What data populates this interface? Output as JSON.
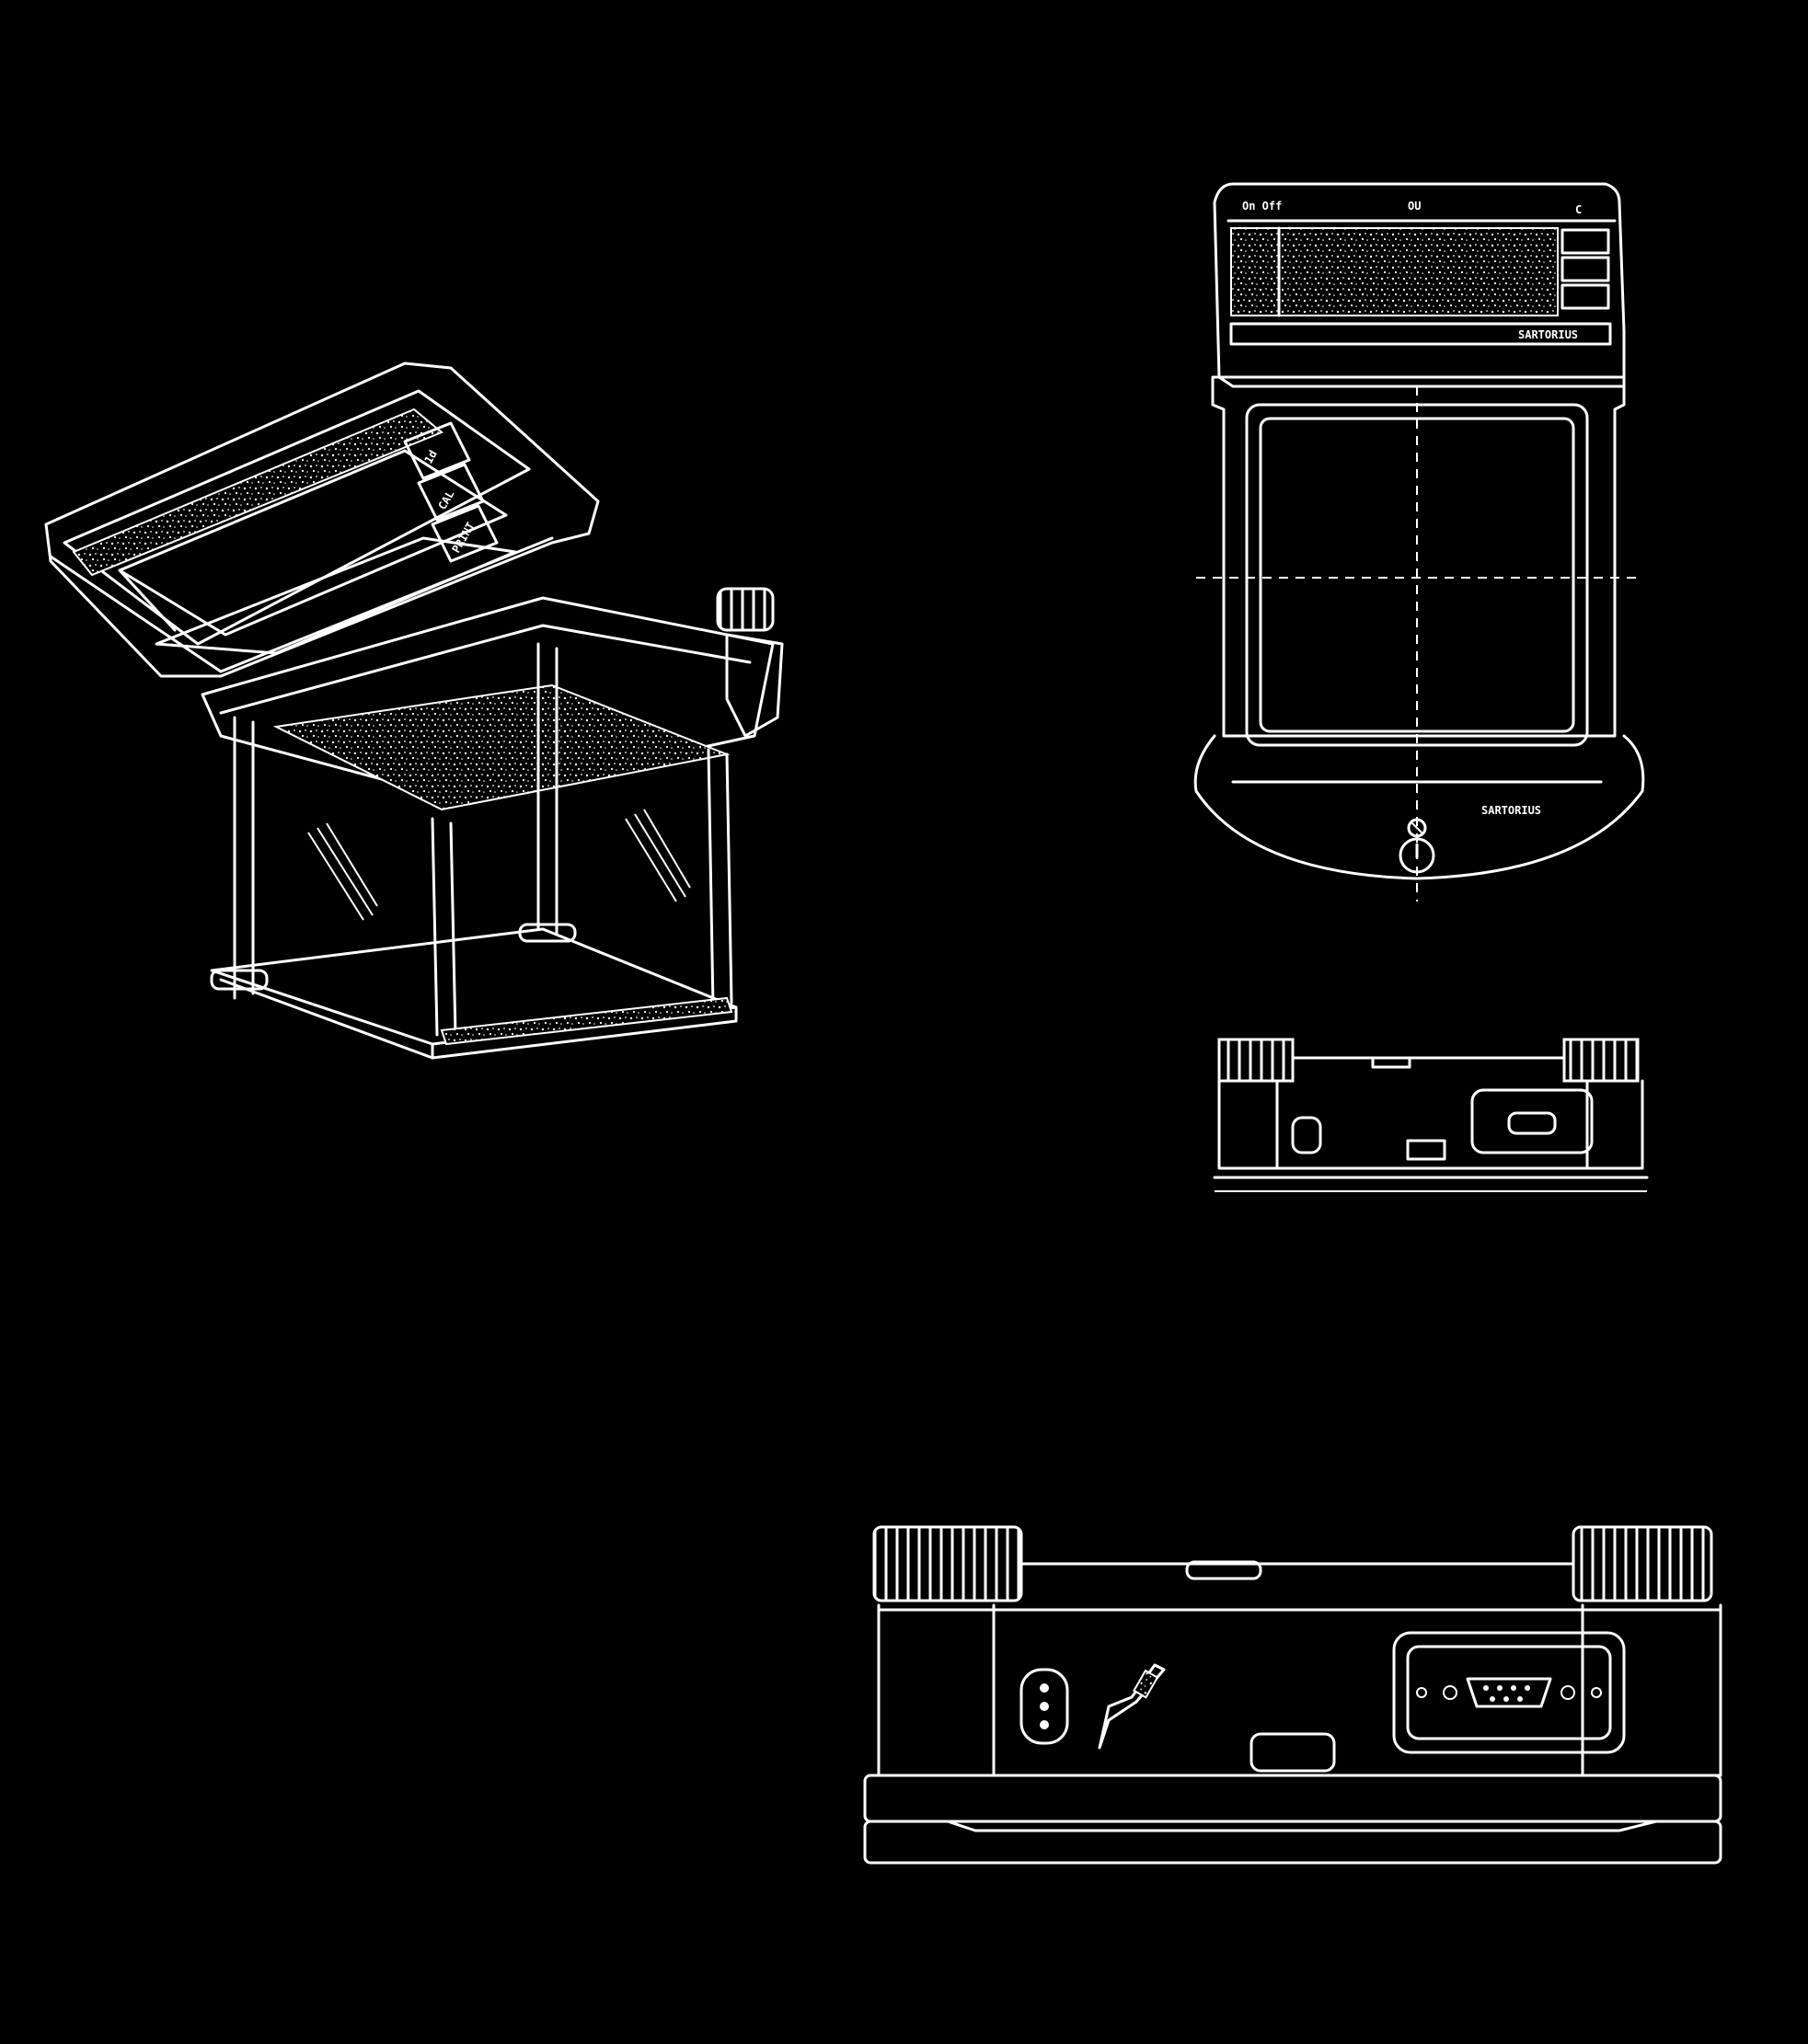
{
  "colors": {
    "background": "#000000",
    "line": "#ffffff"
  },
  "views": [
    {
      "id": "perspective",
      "label": ""
    },
    {
      "id": "front",
      "label": ""
    },
    {
      "id": "rear",
      "label": ""
    },
    {
      "id": "rear-enlarged",
      "label": ""
    }
  ],
  "front_view": {
    "panel_labels": {
      "left": "On\nOff",
      "center": "OU",
      "right": "C"
    },
    "brand_text_top": "SARTORIUS",
    "brand_text_bottom": "SARTORIUS"
  },
  "perspective_view": {
    "key_labels": [
      "1d",
      "CAL",
      "PRINT"
    ]
  },
  "icons": [
    "rs232-port-icon",
    "power-socket-icon",
    "level-bubble-icon",
    "knurled-foot-icon"
  ]
}
